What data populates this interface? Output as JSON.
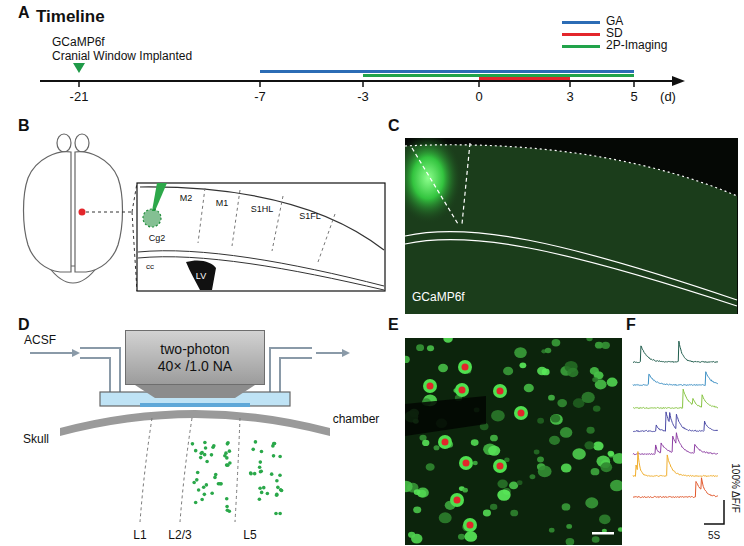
{
  "diagram": {
    "nodes": [
      {
        "text": [
          "two-photon 40× /1.0 NA"
        ]
      }
    ],
    "labels": [
      "A",
      "Timeline",
      "GCaMP6f",
      "Cranial Window Implanted",
      "-21",
      "-7",
      "-3",
      "0",
      "3",
      "5",
      "(d)",
      "B",
      "M2",
      "M1",
      "S1HL",
      "S1FL",
      "Cg2",
      "cc",
      "LV",
      "C",
      "GCaMP6f",
      "D",
      "ACSF",
      "chamber",
      "Skull",
      "L1",
      "L2/3",
      "L5",
      "E",
      "F",
      "100% ΔF/F",
      "5S"
    ],
    "legend": [
      {
        "text": "GA",
        "color": "#2b6cb5"
      },
      {
        "text": "SD",
        "color": "#e3262b"
      },
      {
        "text": "2P-Imaging",
        "color": "#21a34a"
      }
    ]
  }
}
